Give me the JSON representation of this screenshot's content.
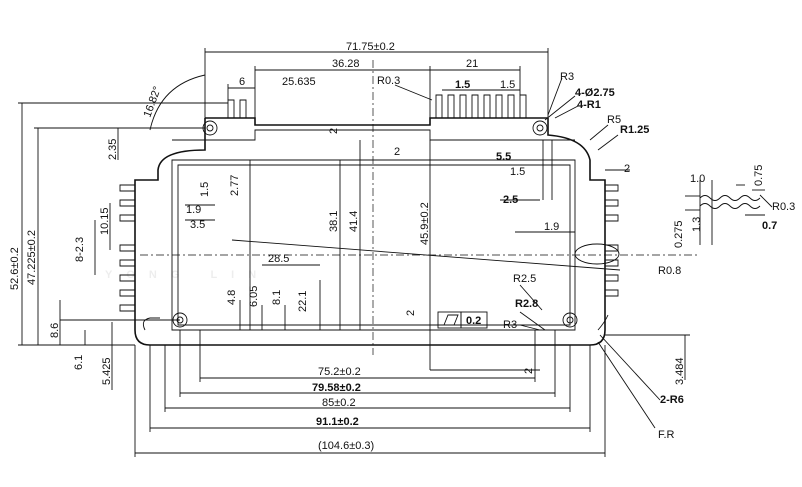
{
  "watermark": "YONG LIN",
  "dims": {
    "d71_75": "71.75±0.2",
    "d36_28": "36.28",
    "d21": "21",
    "d6": "6",
    "d25_635": "25.635",
    "r0_3": "R0.3",
    "d1_5a": "1.5",
    "d1_5b": "1.5",
    "d16_82": "16.82°",
    "r3_top": "R3",
    "holes": "4-Ø2.75",
    "r1_4": "4-R1",
    "r5": "R5",
    "r1_25": "R1.25",
    "d2_35": "2.35",
    "d2a": "2",
    "d2b": "2",
    "d5_5": "5.5",
    "d1_5c": "1.5",
    "d2_right": "2",
    "d2_77": "2.77",
    "d1_5v": "1.5",
    "d2_5": "2.5",
    "d52_6": "52.6±0.2",
    "d47_225": "47.225±0.2",
    "d10_15": "10.15",
    "d1_9a": "1.9",
    "d3_5": "3.5",
    "d38_1": "38.1",
    "d41_4": "41.4",
    "d45_9": "45.9±0.2",
    "d1_9b": "1.9",
    "d8_23": "8-2.3",
    "d28_5": "28.5",
    "r0_8": "R0.8",
    "r2_5": "R2.5",
    "r2_8": "R2.8",
    "d4_8": "4.8",
    "d6_05": "6.05",
    "d8_1": "8.1",
    "d22_1": "22.1",
    "d2c": "2",
    "flat": "0.2",
    "r3_bottom": "R3",
    "d8_6": "8.6",
    "d6_1": "6.1",
    "d5_425": "5.425",
    "d75_2": "75.2±0.2",
    "d2d": "2",
    "d79_58": "79.58±0.2",
    "d85": "85±0.2",
    "d91_1": "91.1±0.2",
    "d104_6": "(104.6±0.3)",
    "d3_484": "3.484",
    "r2_6": "2-R6",
    "fr": "F.R",
    "detail": {
      "d1_0": "1.0",
      "d0_75": "0.75",
      "r0_3": "R0.3",
      "d0_275": "0.275",
      "d1_3": "1.3",
      "d0_7": "0.7"
    }
  }
}
